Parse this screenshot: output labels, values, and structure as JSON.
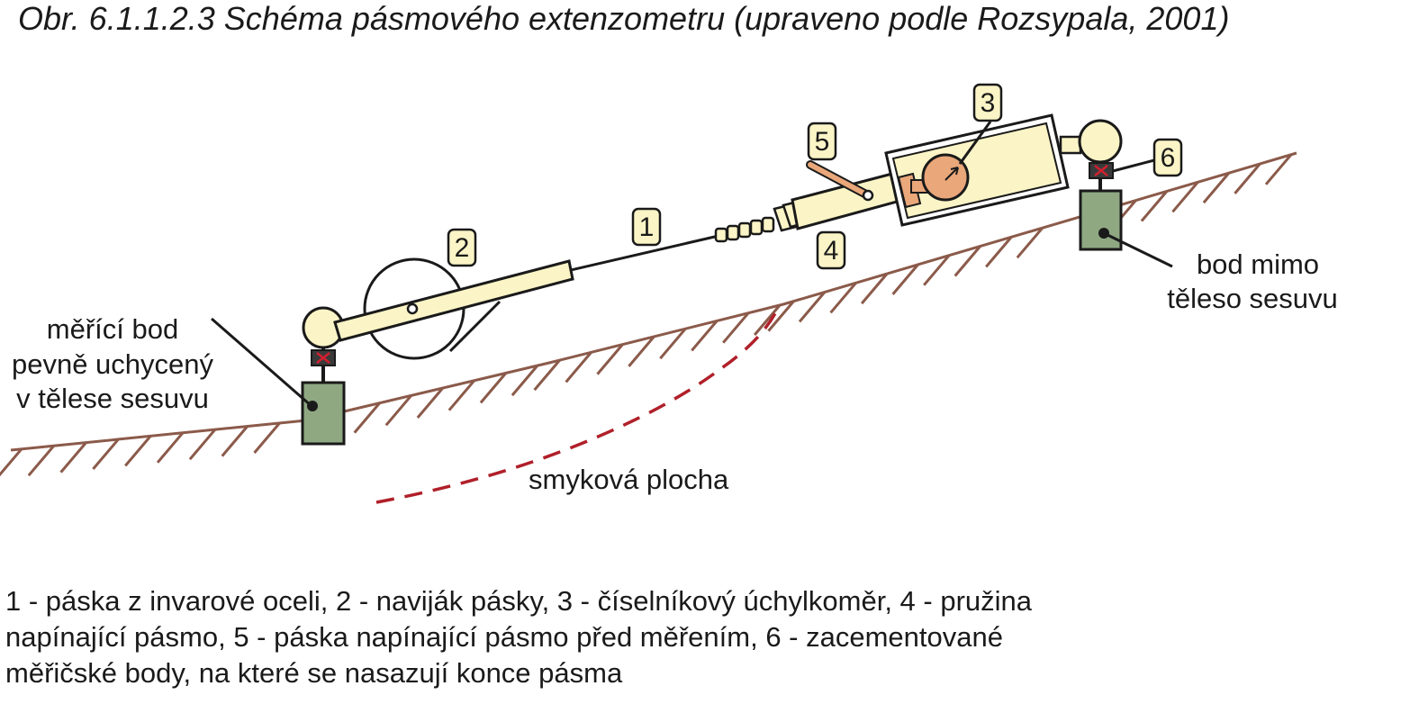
{
  "figure": {
    "title": "Obr. 6.1.1.2.3  Schéma pásmového extenzometru (upraveno podle Rozsypala, 2001)"
  },
  "diagram": {
    "callouts": {
      "c1": "1",
      "c2": "2",
      "c3": "3",
      "c4": "4",
      "c5": "5",
      "c6": "6"
    },
    "labels": {
      "measuring_point": [
        "měřící bod",
        "pevně uchycený",
        "v tělese sesuvu"
      ],
      "outside_point": [
        "bod mimo",
        "těleso sesuvu"
      ],
      "slip_surface": "smyková plocha"
    },
    "colors": {
      "ground_line": "#8b5a4a",
      "slip_surface": "#b0202a",
      "device_fill": "#fbf4c6",
      "anchor_block": "#8fa882",
      "dial": "#e9a77a"
    }
  },
  "legend": {
    "lines": [
      "1 - páska z invarové oceli, 2 - naviják pásky, 3 - číselníkový úchylkoměr, 4 - pružina",
      "napínající pásmo, 5 - páska napínající pásmo před měřením, 6 - zacementované",
      "měřičské body, na které se nasazují konce pásma"
    ]
  }
}
